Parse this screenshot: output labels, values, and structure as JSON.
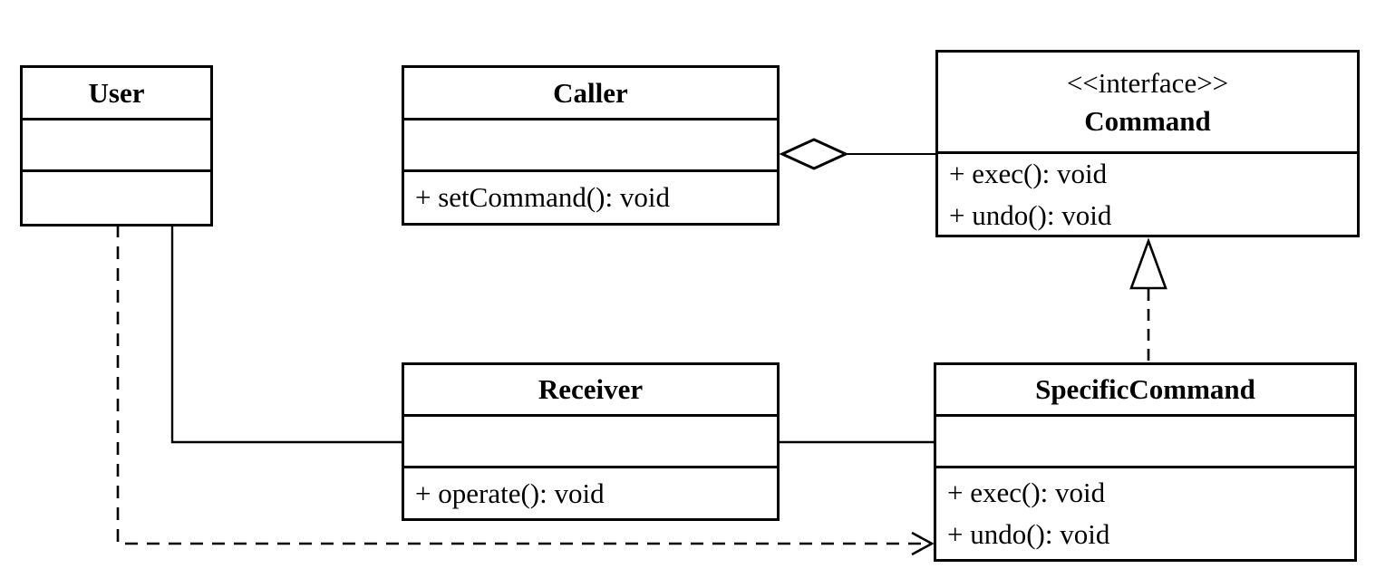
{
  "colors": {
    "line": "#000000",
    "background": "#ffffff",
    "text": "#000000"
  },
  "classes": {
    "user": {
      "name": "User"
    },
    "caller": {
      "name": "Caller",
      "methods": [
        "+ setCommand(): void"
      ]
    },
    "command": {
      "stereotype": "<<interface>>",
      "name": "Command",
      "methods": [
        "+ exec(): void",
        "+ undo(): void"
      ]
    },
    "receiver": {
      "name": "Receiver",
      "methods": [
        "+ operate(): void"
      ]
    },
    "specific_command": {
      "name": "SpecificCommand",
      "methods": [
        "+ exec(): void",
        "+ undo(): void"
      ]
    }
  },
  "relations": [
    {
      "type": "aggregation",
      "from": "Caller",
      "to": "Command",
      "line": "solid",
      "marker": "hollow-diamond-at-caller"
    },
    {
      "type": "realization",
      "from": "SpecificCommand",
      "to": "Command",
      "line": "dashed",
      "marker": "hollow-triangle-at-command"
    },
    {
      "type": "association",
      "from": "User",
      "to": "Receiver",
      "line": "solid",
      "marker": "none"
    },
    {
      "type": "association",
      "from": "Receiver",
      "to": "SpecificCommand",
      "line": "solid",
      "marker": "none"
    },
    {
      "type": "dependency",
      "from": "User",
      "to": "SpecificCommand",
      "line": "dashed",
      "marker": "open-arrow-at-specificcommand"
    }
  ]
}
